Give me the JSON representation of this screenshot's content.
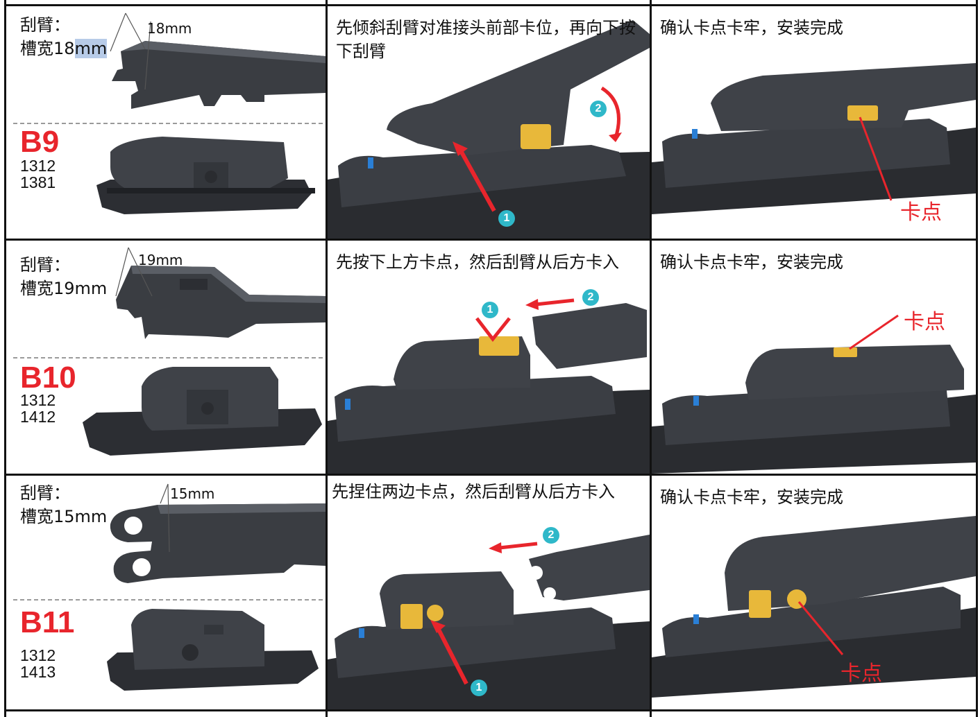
{
  "rows": [
    {
      "arm_label": "刮臂：",
      "slot_prefix": "槽宽",
      "slot_value": "18",
      "slot_unit": "mm",
      "width_label": "18mm",
      "model": "B9",
      "codes": [
        "1312",
        "1381"
      ],
      "step_text": "先倾斜刮臂对准接头前部卡位，再向下按下刮臂",
      "badges": [
        "1",
        "2"
      ],
      "confirm_text": "确认卡点卡牢，安装完成",
      "kadian": "卡点"
    },
    {
      "arm_label": "刮臂：",
      "slot_prefix": "槽宽",
      "slot_value": "19",
      "slot_unit": "mm",
      "width_label": "19mm",
      "model": "B10",
      "codes": [
        "1312",
        "1412"
      ],
      "step_text": "先按下上方卡点，然后刮臂从后方卡入",
      "badges": [
        "1",
        "2"
      ],
      "confirm_text": "确认卡点卡牢，安装完成",
      "kadian": "卡点"
    },
    {
      "arm_label": "刮臂：",
      "slot_prefix": "槽宽",
      "slot_value": "15",
      "slot_unit": "mm",
      "width_label": "15mm",
      "model": "B11",
      "codes": [
        "1312",
        "1413"
      ],
      "step_text": "先捏住两边卡点，然后刮臂从后方卡入",
      "badges": [
        "1",
        "2"
      ],
      "confirm_text": "确认卡点卡牢，安装完成",
      "kadian": "卡点"
    }
  ],
  "colors": {
    "accent_red": "#e8252c",
    "badge_teal": "#2fb8c9",
    "clip_yellow": "#e8b83a",
    "part_dark": "#3a3d42"
  }
}
